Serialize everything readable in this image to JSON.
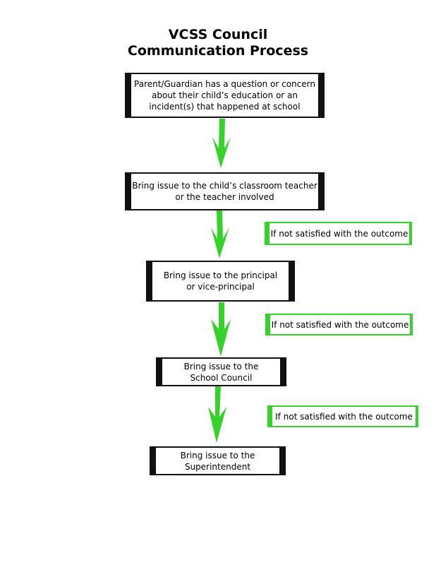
{
  "title": {
    "line1": "VCSS Council",
    "line2": "Communication Process"
  },
  "steps": [
    {
      "line1": "Parent/Guardian has a question or concern",
      "line2": "about their child’s education or an",
      "line3": "incident(s) that happened at school"
    },
    {
      "line1": "Bring issue to the child’s classroom teacher",
      "line2": "or the teacher involved"
    },
    {
      "line1": "Bring issue to the principal",
      "line2": "or vice-principal"
    },
    {
      "line1": "Bring issue to the",
      "line2": "School Council"
    },
    {
      "line1": "Bring issue to the",
      "line2": "Superintendent"
    }
  ],
  "notes": [
    "If not satisfied with the outcome",
    "If not satisfied with the outcome",
    "If not satisfied with the outcome"
  ],
  "colors": {
    "arrow": "#35d32a",
    "box_border": "#111111"
  }
}
